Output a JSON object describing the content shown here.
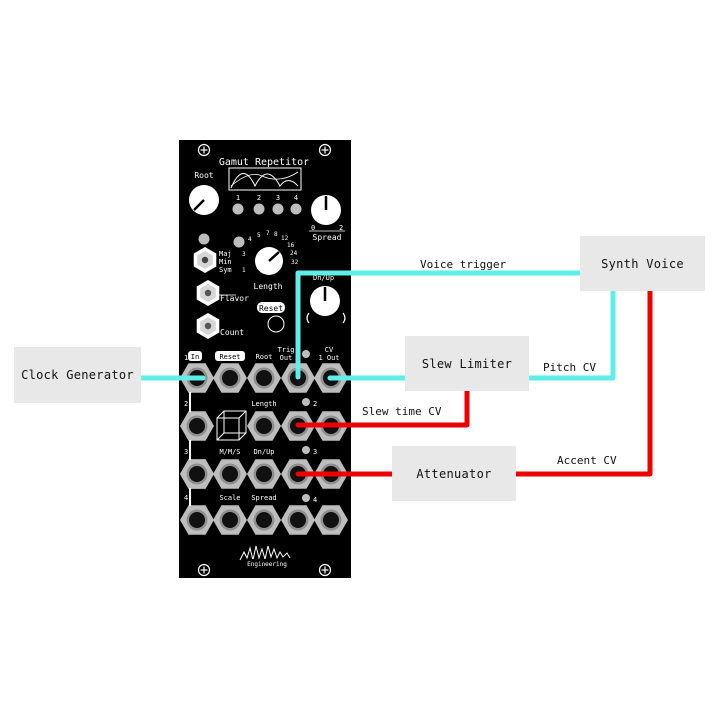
{
  "module": {
    "title": "Gamut Repetitor",
    "knobs": {
      "root": "Root",
      "spread": "Spread",
      "length": "Length",
      "dn_up": "Dn/Up"
    },
    "spread_scale": {
      "min": "0",
      "max": "2"
    },
    "channels": [
      "1",
      "2",
      "3",
      "4"
    ],
    "scales": [
      "Maj",
      "Min",
      "Sym"
    ],
    "length_steps": [
      "3",
      "4",
      "5",
      "7",
      "8",
      "12",
      "16",
      "24",
      "32"
    ],
    "length_step_one": "1",
    "flavor": "Flavor",
    "count": "Count",
    "reset_button": "Reset",
    "jack_labels": {
      "in": "In",
      "reset": "Reset",
      "root": "Root",
      "trig": "Trig",
      "out": "Out",
      "cv": "CV",
      "out1": "1 Out",
      "length": "Length",
      "mms": "M/M/S",
      "dn_up": "Dn/Up",
      "scale": "Scale",
      "spread": "Spread"
    },
    "row_numbers": [
      "1",
      "2",
      "3",
      "4"
    ],
    "out_numbers": [
      "2",
      "3",
      "4"
    ],
    "brand": "Engineering"
  },
  "boxes": {
    "clock": "Clock Generator",
    "slew": "Slew Limiter",
    "synth": "Synth Voice",
    "attenuator": "Attenuator"
  },
  "connections": {
    "voice_trigger": "Voice trigger",
    "pitch_cv": "Pitch CV",
    "slew_time": "Slew time CV",
    "accent": "Accent CV"
  },
  "colors": {
    "panel": "#000000",
    "jack": "#bdbdbd",
    "cable_cyan": "#5ef0e8",
    "cable_red": "#ee0000",
    "box": "#e8e8e8"
  }
}
